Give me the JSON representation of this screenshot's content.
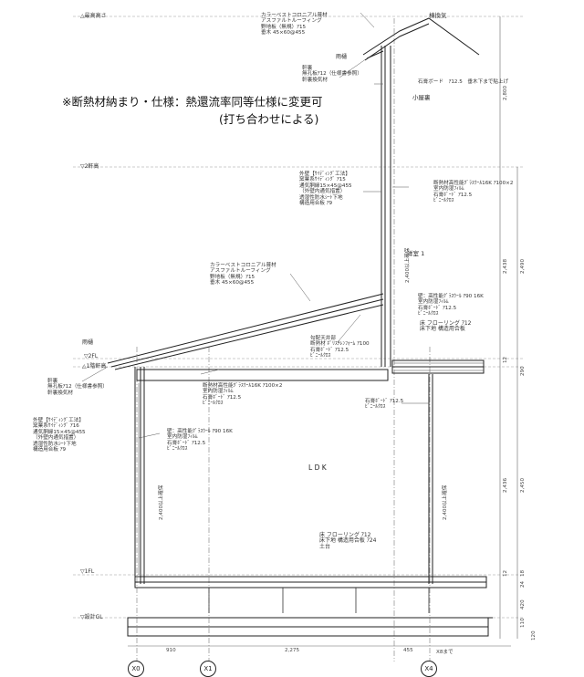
{
  "note": {
    "line1": "※断熱材納まり・仕様：熱還流率同等仕様に変更可",
    "line2": "(打ち合わせによる)"
  },
  "levels": {
    "max_height": "△最高高さ",
    "eave2": "▽2軒高",
    "fl2": "▽2FL",
    "eave1": "△1階軒高",
    "fl1": "▽1FL",
    "gl": "▽設計GL"
  },
  "rooms": {
    "ldk": "L D K",
    "attic": "小屋裏",
    "western1": "洋室 1"
  },
  "labels": {
    "roof_top": [
      "カラーベストコロニアル葺材",
      "アスファルトルーフィング",
      "野地板（無規）ｱ15",
      "垂木 45×60@455"
    ],
    "ridge_vent": "棟換気",
    "gutter_top": "雨樋",
    "eave_top": [
      "軒裏",
      "無孔板ｱ12（仕様書参照）",
      "軒裏換気材"
    ],
    "plaster_top": "石膏ボード　ｱ12.5　垂木下まで貼上げ",
    "ext_wall_2f": [
      "外壁【ｻｲﾃﾞｨﾝｸﾞ工法】",
      "窯業系ｻｲﾃﾞｨﾝｸﾞ ｱ15",
      "通気胴縁15×45@455",
      "（外壁内通気措置）",
      "透湿性防水ｼｰﾄ下地",
      "構造用合板 ｱ9"
    ],
    "wall_2f_right": [
      "断熱材高性能ｸﾞﾗｽｳｰﾙ16K ｱ100×2",
      "室内防湿ﾌｨﾙﾑ",
      "石膏ﾎﾞｰﾄﾞ ｱ12.5",
      "ﾋﾞﾆｰﾙｸﾛｽ"
    ],
    "roof_low": [
      "カラーベストコロニアル葺材",
      "アスファルトルーフィング",
      "野地板（無規）ｱ15",
      "垂木 45×60@455"
    ],
    "wall_2f_inner": [
      "壁：高性能ｸﾞﾗｽｳｰﾙ ｱ90 16K",
      "室内防湿ﾌｨﾙﾑ",
      "石膏ﾎﾞｰﾄﾞ ｱ12.5",
      "ﾋﾞﾆｰﾙｸﾛｽ"
    ],
    "floor_2f": [
      "床 フローリング ｱ12",
      "床下地 構造用合板"
    ],
    "sloped_ceiling": [
      "勾配天井部",
      "断熱材 ﾎﾟﾘｽﾁﾚﾝﾌｫｰﾑ ｱ100",
      "石膏ﾎﾞｰﾄﾞ ｱ12.5",
      "ﾋﾞﾆｰﾙｸﾛｽ"
    ],
    "gutter_low": "雨樋",
    "eave_low": [
      "軒裏",
      "無孔板ｱ12（仕様書参照）",
      "軒裏換気材"
    ],
    "ceiling_1f": [
      "断熱材高性能ｸﾞﾗｽｳｰﾙ16K ｱ100×2",
      "室内防湿ﾌｨﾙﾑ",
      "石膏ﾎﾞｰﾄﾞ ｱ12.5",
      "ﾋﾞﾆｰﾙｸﾛｽ"
    ],
    "ext_wall_1f": [
      "外壁【ｻｲﾃﾞｨﾝｸﾞ工法】",
      "窯業系ｻｲﾃﾞｨﾝｸﾞ ｱ16",
      "通気胴縁15×45@455",
      "（外壁内通気措置）",
      "透湿性防水ｼｰﾄ下地",
      "構造用合板 ｱ9"
    ],
    "wall_1f_inner": [
      "壁：高性能ｸﾞﾗｽｳｰﾙ ｱ90 16K",
      "室内防湿ﾌｨﾙﾑ",
      "石膏ﾎﾞｰﾄﾞ ｱ12.5",
      "ﾋﾞﾆｰﾙｸﾛｽ"
    ],
    "plaster_right": [
      "石膏ﾎﾞｰﾄﾞ ｱ12.5",
      "ﾋﾞﾆｰﾙｸﾛｽ"
    ],
    "floor_1f": [
      "床 フローリング ｱ12",
      "床下地 構造用合板 ｱ24",
      "土台"
    ]
  },
  "vertical_dims": {
    "ceiling_2f": "2,400以上確保",
    "ceiling_1f_left": "2,400以上確保",
    "ceiling_1f_right": "2,400以上確保",
    "right_col1": [
      "2,800",
      "2,438",
      "12",
      "2,436",
      "12"
    ],
    "right_col2": [
      "2,490",
      "290",
      "2,450",
      "18",
      "24",
      "420",
      "110",
      "120"
    ]
  },
  "horizontal_dims": [
    "910",
    "2,275",
    "455",
    "X8まで"
  ],
  "grid_axes": [
    "X0",
    "X1",
    "X4"
  ]
}
